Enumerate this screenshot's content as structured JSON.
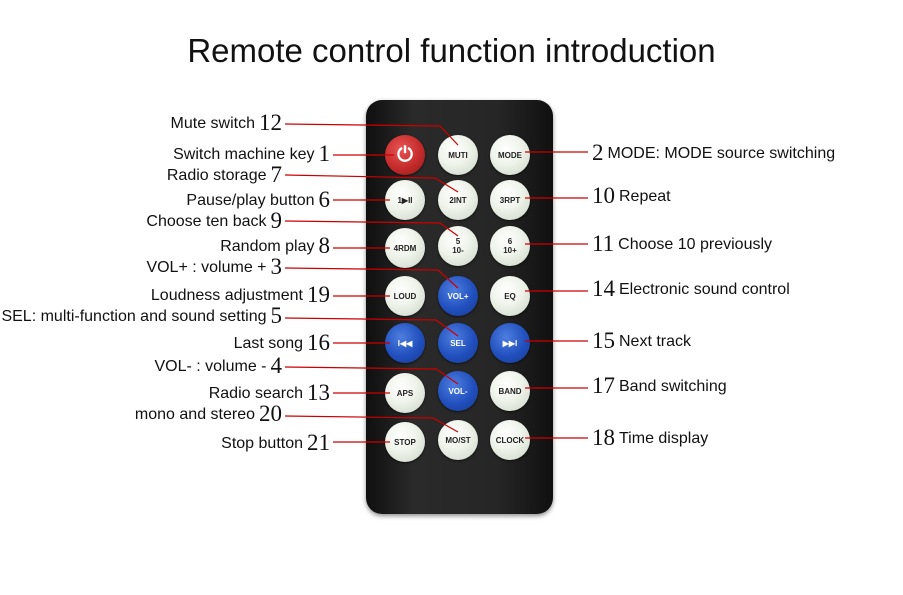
{
  "title": "Remote control function introduction",
  "colors": {
    "leader": "#cc0000",
    "remote_body": "#1e1e1e",
    "blue_button": "#214fbd",
    "red_button": "#c52b2b"
  },
  "buttons": {
    "power": {
      "icon": "power-icon"
    },
    "mute": "MUTI",
    "mode": "MODE",
    "int2": "2INT",
    "rpt3": "3RPT",
    "play1": "1▶II",
    "b5_top": "5",
    "b5_bot": "10-",
    "b6_top": "6",
    "b6_bot": "10+",
    "rdm4": "4RDM",
    "loud": "LOUD",
    "volplus": "VOL+",
    "eq": "EQ",
    "sel": "SEL",
    "prev": "I◀◀",
    "next": "▶▶I",
    "aps": "APS",
    "volminus": "VOL-",
    "band": "BAND",
    "stop": "STOP",
    "most": "MO/ST",
    "clock": "CLOCK"
  },
  "labels": {
    "mute_switch": {
      "text": "Mute switch",
      "num": "12"
    },
    "switch_machine_key": {
      "text": "Switch machine key",
      "num": "1"
    },
    "radio_storage": {
      "text": "Radio storage",
      "num": "7"
    },
    "pause_play": {
      "text": "Pause/play button",
      "num": "6"
    },
    "choose_ten_back": {
      "text": "Choose ten back",
      "num": "9"
    },
    "random_play": {
      "text": "Random play",
      "num": "8"
    },
    "vol_plus": {
      "text": "VOL+ : volume +",
      "num": "3"
    },
    "loudness": {
      "text": "Loudness adjustment",
      "num": "19"
    },
    "sel_multi": {
      "text": "SEL: multi-function and sound setting",
      "num": "5"
    },
    "last_song": {
      "text": "Last song",
      "num": "16"
    },
    "vol_minus": {
      "text": "VOL- : volume -",
      "num": "4"
    },
    "radio_search": {
      "text": "Radio search",
      "num": "13"
    },
    "mono_stereo": {
      "text": "mono and stereo",
      "num": "20"
    },
    "stop_button": {
      "text": "Stop button",
      "num": "21"
    },
    "mode_switch": {
      "text": "MODE: MODE source switching",
      "num": "2"
    },
    "repeat": {
      "text": "Repeat",
      "num": "10"
    },
    "choose_10_prev": {
      "text": "Choose 10 previously",
      "num": "11"
    },
    "eq_control": {
      "text": "Electronic sound control",
      "num": "14"
    },
    "next_track": {
      "text": "Next track",
      "num": "15"
    },
    "band_switching": {
      "text": "Band switching",
      "num": "17"
    },
    "time_display": {
      "text": "Time display",
      "num": "18"
    }
  }
}
